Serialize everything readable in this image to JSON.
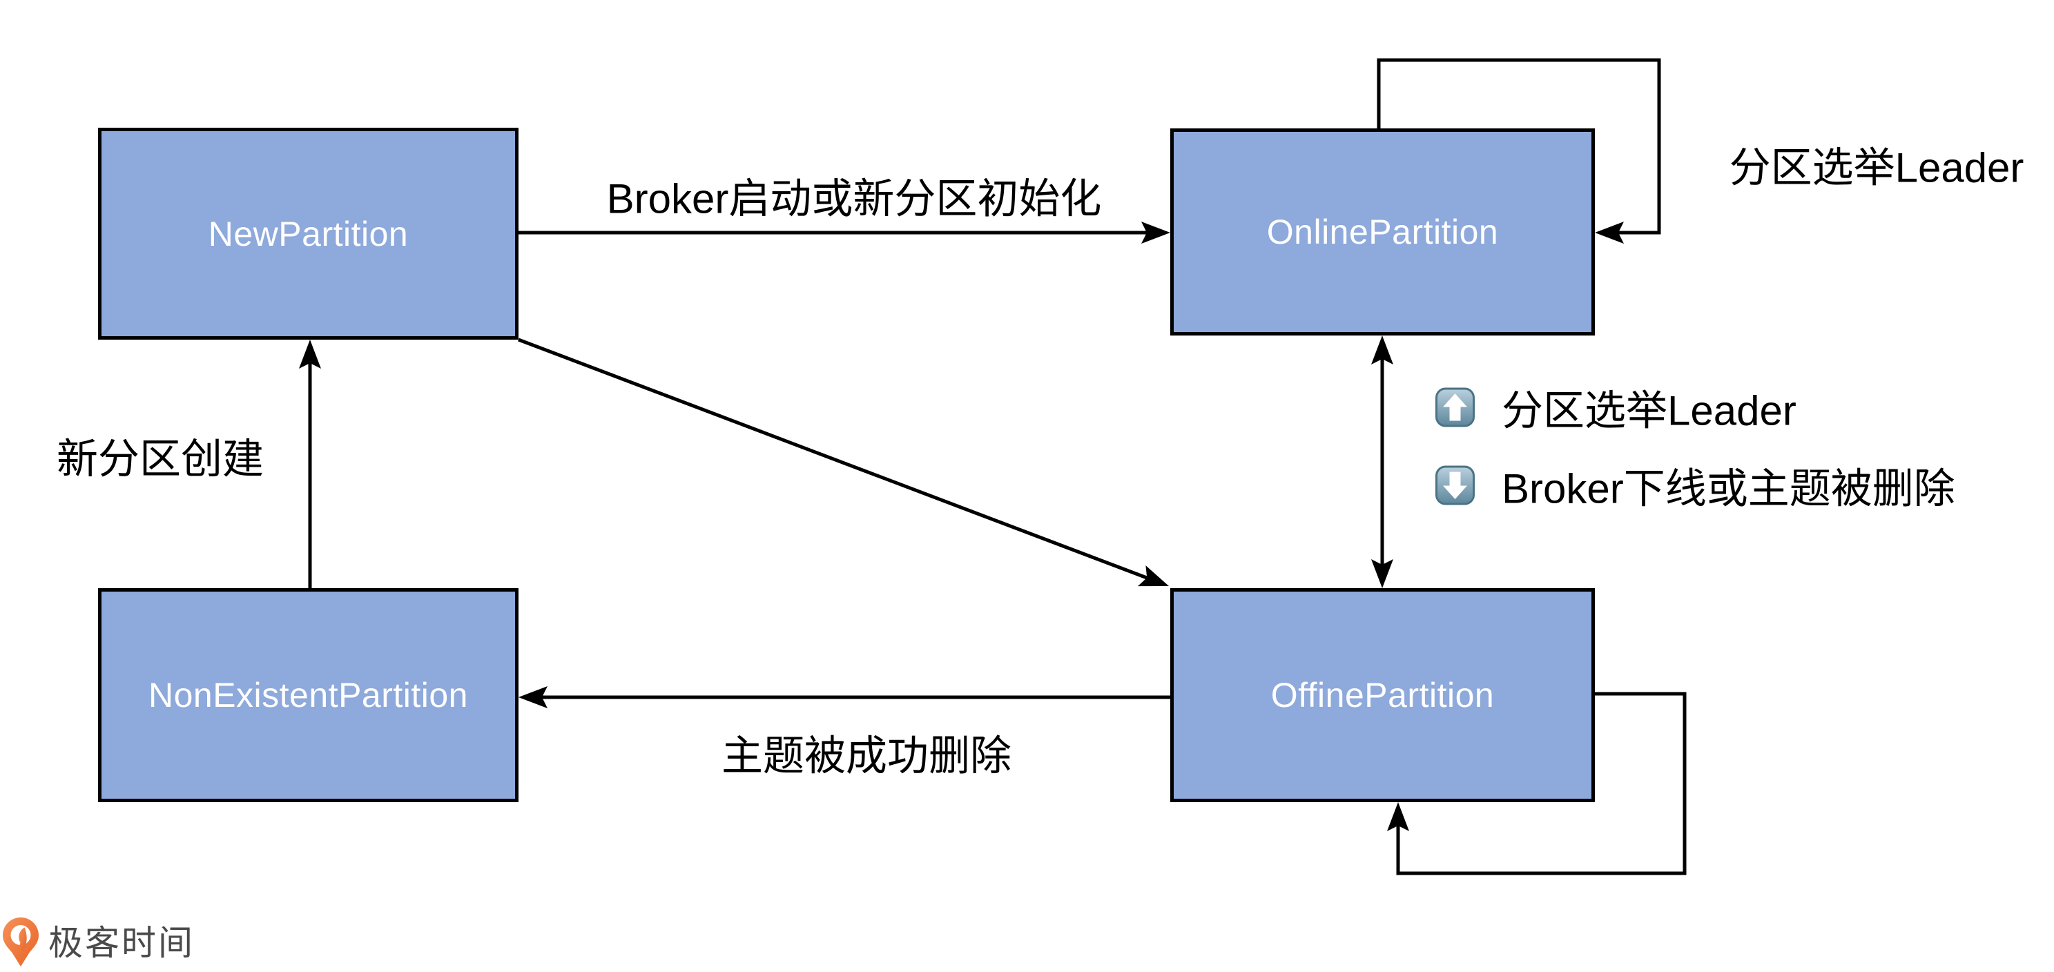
{
  "diagram": {
    "kind": "state-transition-diagram",
    "nodes": [
      {
        "id": "new-partition",
        "label": "NewPartition"
      },
      {
        "id": "online-partition",
        "label": "OnlinePartition"
      },
      {
        "id": "non-existent-partition",
        "label": "NonExistentPartition"
      },
      {
        "id": "offine-partition",
        "label": "OffinePartition"
      }
    ],
    "edges": [
      {
        "from": "NewPartition",
        "to": "OnlinePartition",
        "label": "Broker启动或新分区初始化"
      },
      {
        "from": "OnlinePartition",
        "to": "OnlinePartition",
        "label": "分区选举Leader"
      },
      {
        "from": "OffinePartition",
        "to": "OnlinePartition",
        "label": "分区选举Leader",
        "icon": "up-arrow-button-icon"
      },
      {
        "from": "OnlinePartition",
        "to": "OffinePartition",
        "label": "Broker下线或主题被删除",
        "icon": "down-arrow-button-icon"
      },
      {
        "from": "NonExistentPartition",
        "to": "NewPartition",
        "label": "新分区创建"
      },
      {
        "from": "NewPartition",
        "to": "OffinePartition",
        "label": ""
      },
      {
        "from": "OffinePartition",
        "to": "NonExistentPartition",
        "label": "主题被成功删除"
      },
      {
        "from": "OffinePartition",
        "to": "OffinePartition",
        "label": ""
      }
    ]
  },
  "colors": {
    "node_fill": "#8EA9DB",
    "node_border": "#000000",
    "node_text": "#FFFFFF",
    "line": "#000000",
    "label_text": "#000000",
    "arrow_button_fill_top": "#B9D0DE",
    "arrow_button_fill_bottom": "#5D869C",
    "arrow_button_border": "#4B7383",
    "logo_orange": "#ED6E33",
    "logo_text_color": "#4A4A4A"
  },
  "footer": {
    "logo_text": "极客时间"
  }
}
